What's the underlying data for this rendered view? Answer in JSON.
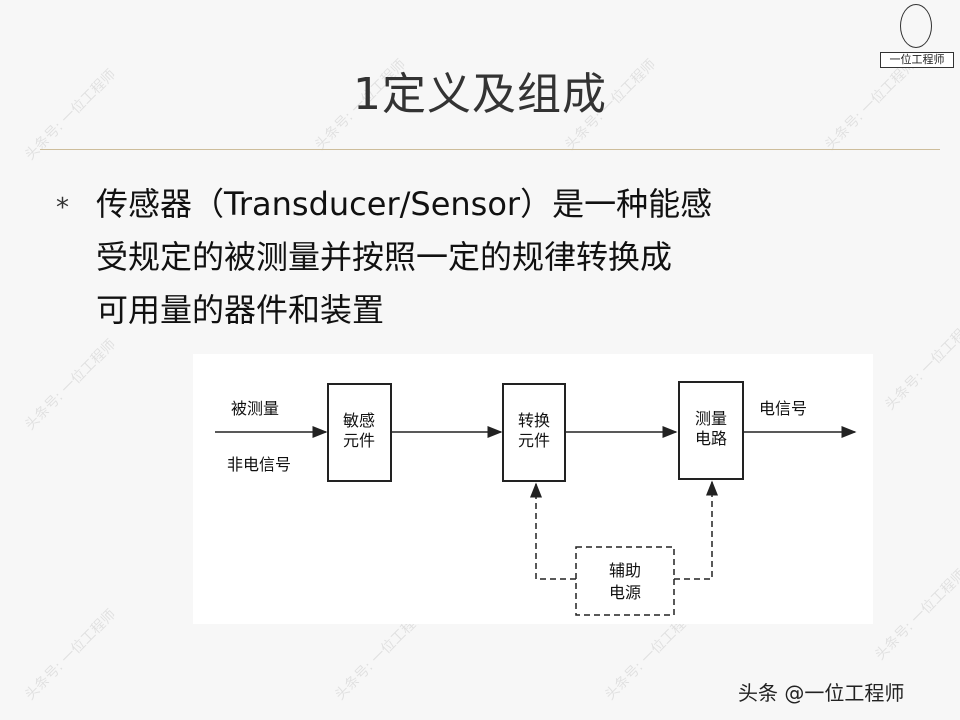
{
  "slide": {
    "title": "1定义及组成",
    "bullet_symbol": "*",
    "body_lines": [
      "传感器（Transducer/Sensor）是一种能感",
      "受规定的被测量并按照一定的规律转换成",
      "可用量的器件和装置"
    ],
    "footer": "头条 @一位工程师"
  },
  "logo": {
    "text": "一位工程师"
  },
  "watermark": {
    "text": "头条号: 一位工程师"
  },
  "diagram": {
    "input_labels": [
      "被测量",
      "非电信号"
    ],
    "blocks": [
      {
        "lines": [
          "敏感",
          "元件"
        ]
      },
      {
        "lines": [
          "转换",
          "元件"
        ]
      },
      {
        "lines": [
          "测量",
          "电路"
        ]
      }
    ],
    "output_label": "电信号",
    "aux_block": {
      "lines": [
        "辅助",
        "电源"
      ]
    }
  },
  "colors": {
    "background": "#f7f7f7",
    "divider": "#cdbd9b",
    "diagram_line": "#222222"
  }
}
